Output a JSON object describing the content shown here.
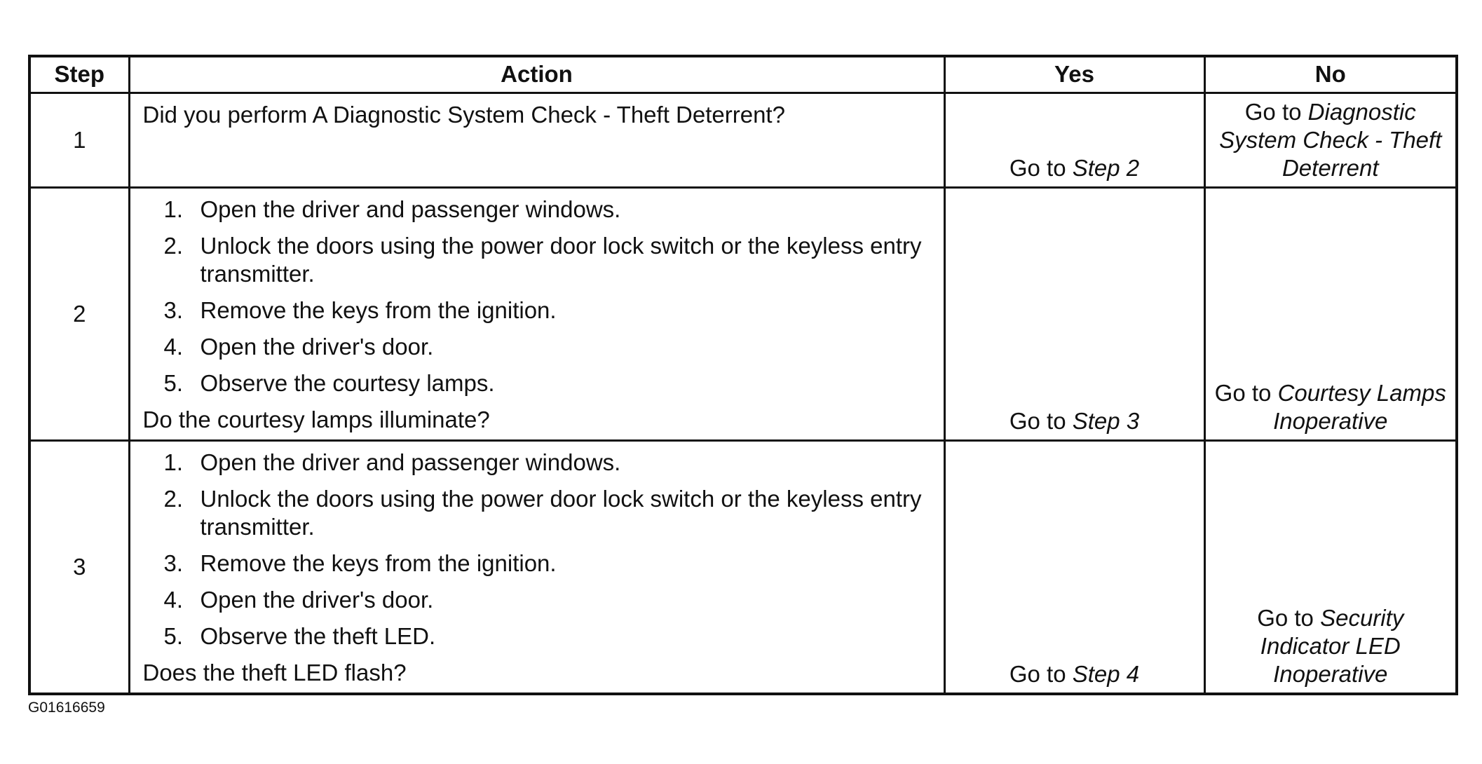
{
  "table": {
    "headers": {
      "step": "Step",
      "action": "Action",
      "yes": "Yes",
      "no": "No"
    },
    "rows": [
      {
        "step": "1",
        "action_text": "Did you perform A Diagnostic System Check - Theft Deterrent?",
        "yes_prefix": "Go to",
        "yes_link": "Step 2",
        "no_prefix": "Go to",
        "no_link": "Diagnostic System Check - Theft Deterrent"
      },
      {
        "step": "2",
        "items": [
          {
            "num": "1.",
            "text": "Open the driver and passenger windows."
          },
          {
            "num": "2.",
            "text": "Unlock the doors using the power door lock switch or the keyless entry transmitter."
          },
          {
            "num": "3.",
            "text": "Remove the keys from the ignition."
          },
          {
            "num": "4.",
            "text": "Open the driver's door."
          },
          {
            "num": "5.",
            "text": "Observe the courtesy lamps."
          }
        ],
        "question": "Do the courtesy lamps illuminate?",
        "yes_prefix": "Go to",
        "yes_link": "Step 3",
        "no_prefix": "Go to",
        "no_link": "Courtesy Lamps Inoperative"
      },
      {
        "step": "3",
        "items": [
          {
            "num": "1.",
            "text": "Open the driver and passenger windows."
          },
          {
            "num": "2.",
            "text": "Unlock the doors using the power door lock switch or the keyless entry transmitter."
          },
          {
            "num": "3.",
            "text": "Remove the keys from the ignition."
          },
          {
            "num": "4.",
            "text": "Open the driver's door."
          },
          {
            "num": "5.",
            "text": "Observe the theft LED."
          }
        ],
        "question": "Does the theft LED flash?",
        "yes_prefix": "Go to",
        "yes_link": "Step 4",
        "no_prefix": "Go to",
        "no_link": "Security Indicator LED Inoperative"
      }
    ]
  },
  "figure_id": "G01616659"
}
